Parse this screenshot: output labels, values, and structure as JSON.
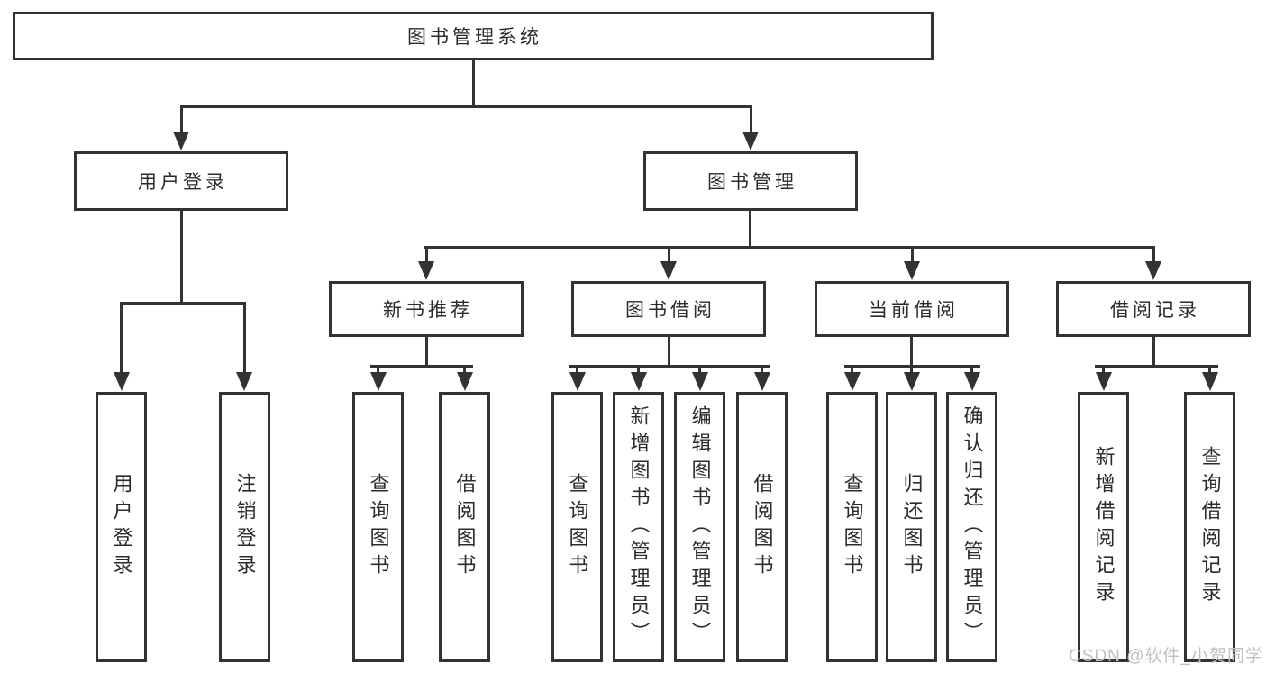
{
  "diagram": {
    "root": {
      "label": "图书管理系统"
    },
    "branches": [
      {
        "label": "用户登录",
        "children": [
          {
            "label": "用户登录"
          },
          {
            "label": "注销登录"
          }
        ]
      },
      {
        "label": "图书管理",
        "children": [
          {
            "label": "新书推荐",
            "children": [
              {
                "label": "查询图书"
              },
              {
                "label": "借阅图书"
              }
            ]
          },
          {
            "label": "图书借阅",
            "children": [
              {
                "label": "查询图书"
              },
              {
                "label": "新增图书（管理员）"
              },
              {
                "label": "编辑图书（管理员）"
              },
              {
                "label": "借阅图书"
              }
            ]
          },
          {
            "label": "当前借阅",
            "children": [
              {
                "label": "查询图书"
              },
              {
                "label": "归还图书"
              },
              {
                "label": "确认归还（管理员）"
              }
            ]
          },
          {
            "label": "借阅记录",
            "children": [
              {
                "label": "新增借阅记录"
              },
              {
                "label": "查询借阅记录"
              }
            ]
          }
        ]
      }
    ]
  },
  "watermark": {
    "label": "CSDN @软件_小贺同学"
  },
  "colors": {
    "line": "#333333",
    "text": "#2b2b2b",
    "watermark": "#c0c0c0",
    "background": "#ffffff"
  }
}
